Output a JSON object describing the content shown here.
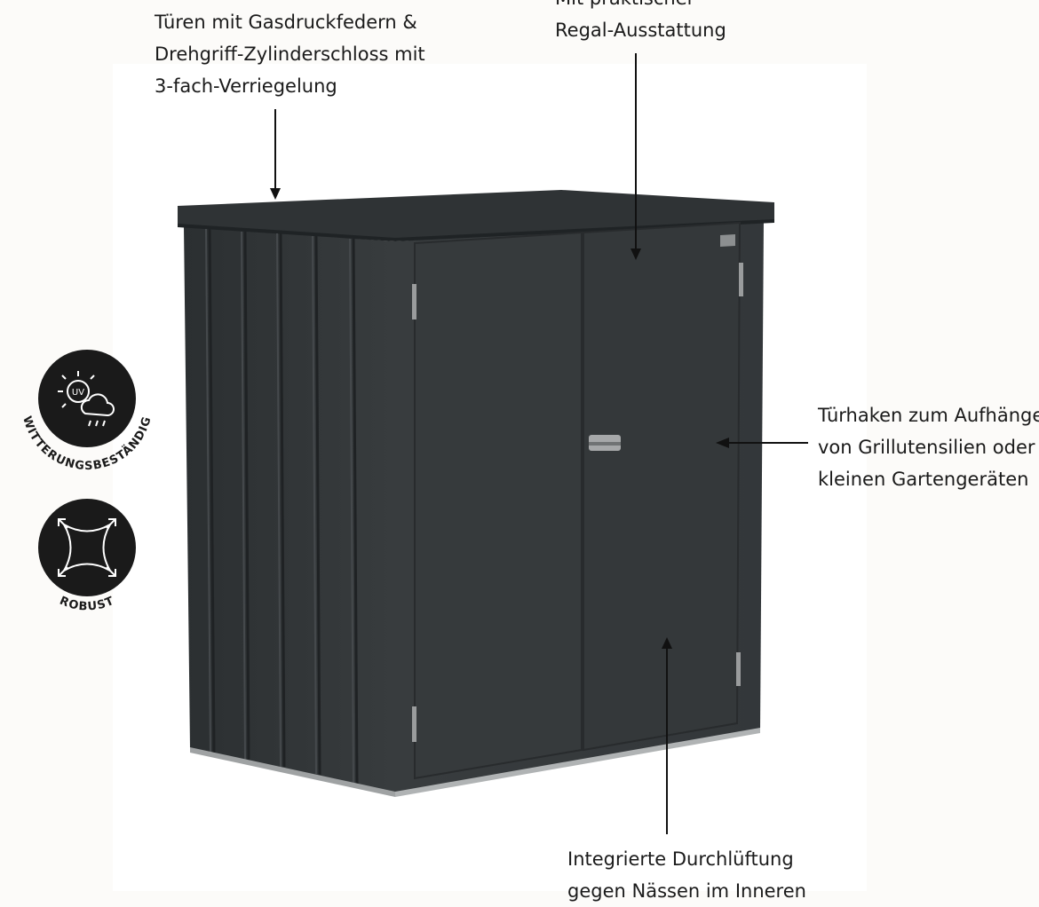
{
  "callouts": {
    "doors": {
      "lines": [
        "Türen mit Gasdruckfedern &",
        "Drehgriff-Zylinderschloss mit",
        "3-fach-Verriegelung"
      ]
    },
    "shelf": {
      "lines": [
        "Mit praktischer",
        "Regal-Ausstattung"
      ]
    },
    "hooks": {
      "lines": [
        "Türhaken zum Aufhängen",
        "von Grillutensilien oder",
        "kleinen Gartengeräten"
      ]
    },
    "ventilation": {
      "lines": [
        "Integrierte Durchlüftung",
        "gegen Nässen im Inneren"
      ]
    }
  },
  "badges": {
    "weather": {
      "label": "WITTERUNGSBESTÄNDIG",
      "icon_text": "UV",
      "icon": "uv-sun-cloud-icon"
    },
    "robust": {
      "label": "ROBUST",
      "icon": "robust-square-arrows-icon"
    }
  },
  "colors": {
    "background": "#fcfbf9",
    "product_panel": "#ffffff",
    "shed_body": "#35393b",
    "shed_shadow": "#24282a",
    "badge": "#1a1a1a"
  }
}
